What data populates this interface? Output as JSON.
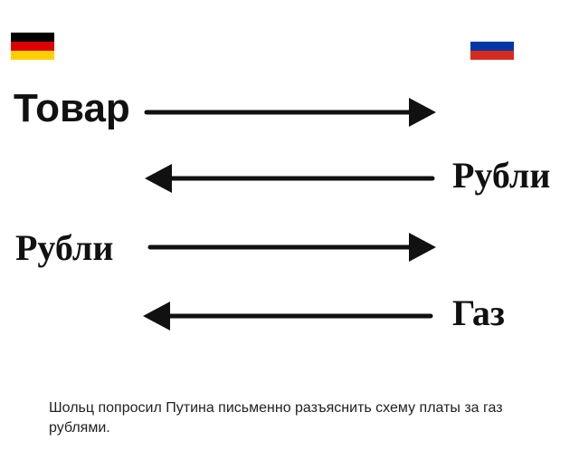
{
  "flags": {
    "left": {
      "name": "germany-flag",
      "colors": [
        "#000000",
        "#dd0000",
        "#ffce00"
      ]
    },
    "right": {
      "name": "russia-flag",
      "colors": [
        "#ffffff",
        "#0039a6",
        "#d52b1e"
      ]
    }
  },
  "flows": [
    {
      "label": "Товар",
      "direction": "left-to-right"
    },
    {
      "label": "Рубли",
      "direction": "right-to-left"
    },
    {
      "label": "Рубли",
      "direction": "left-to-right"
    },
    {
      "label": "Газ",
      "direction": "right-to-left"
    }
  ],
  "caption": "Шольц попросил Путина письменно разъяснить схему платы за газ рублями.",
  "colors": {
    "text": "#111111",
    "arrow": "#111111",
    "background": "#ffffff"
  }
}
